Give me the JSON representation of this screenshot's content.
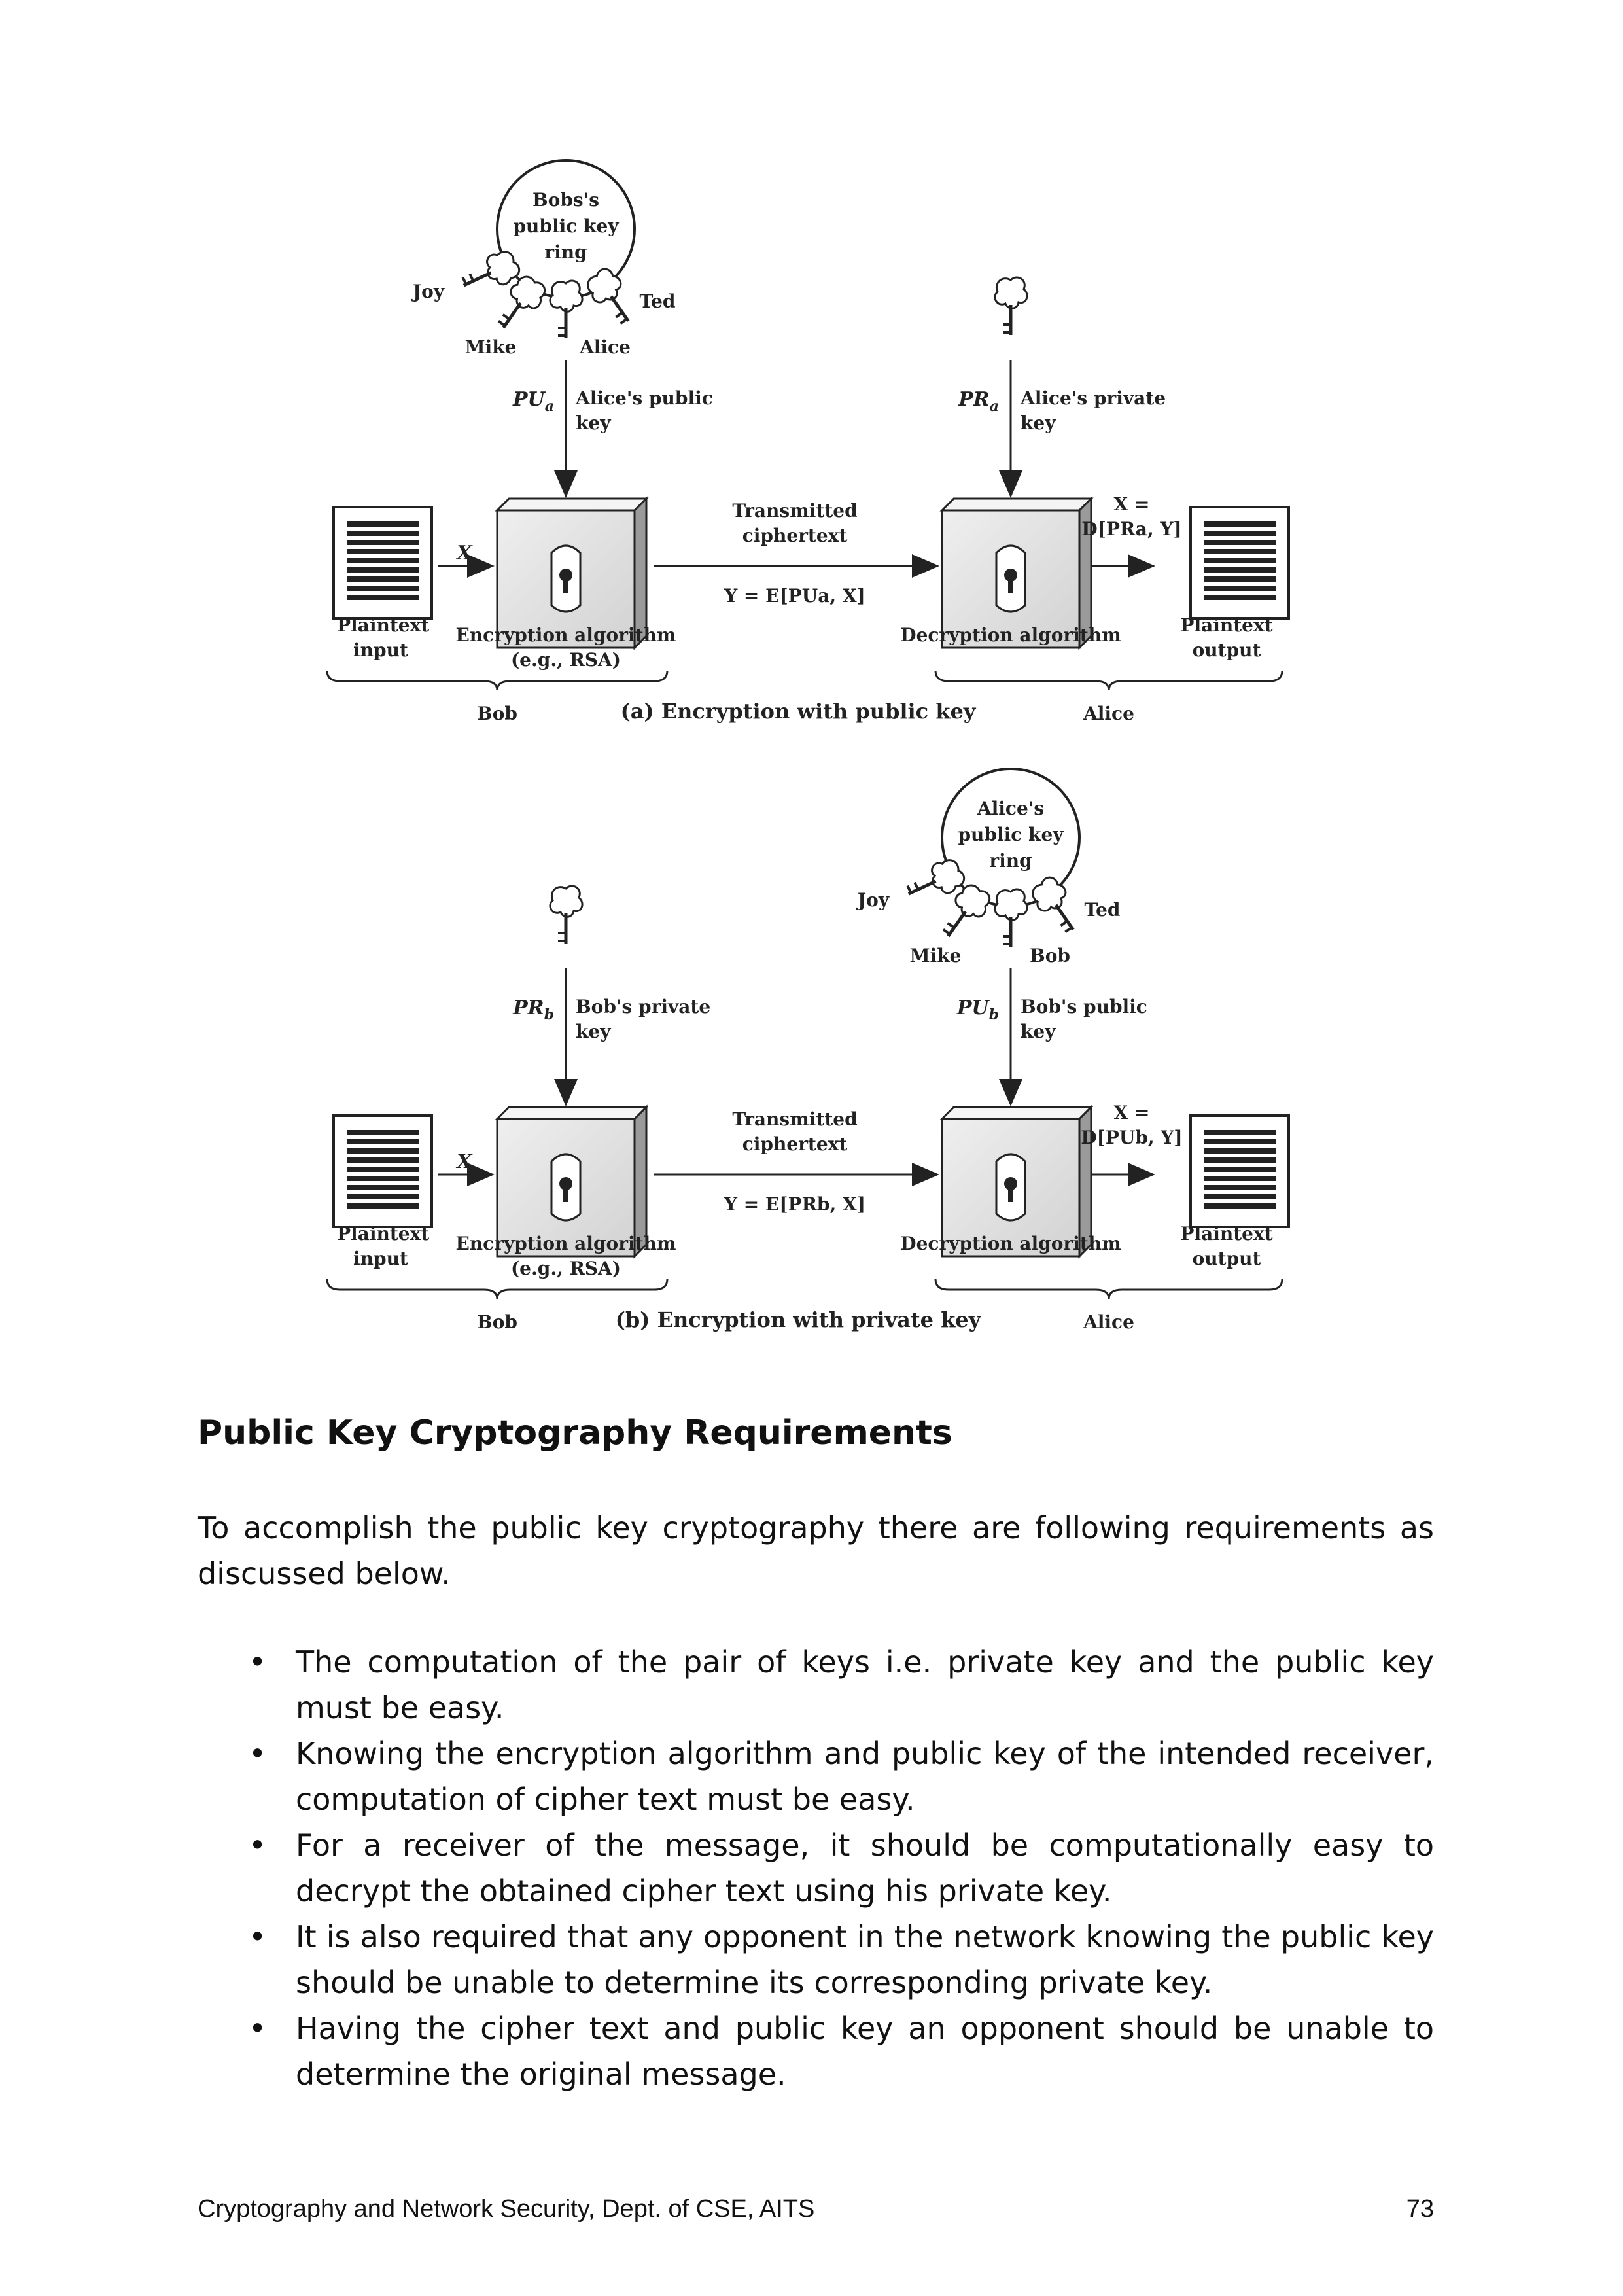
{
  "figure": {
    "panel_a": {
      "ring_title": [
        "Bobs's",
        "public key",
        "ring"
      ],
      "ring_names": [
        "Joy",
        "Mike",
        "Alice",
        "Ted"
      ],
      "enc_key_symbol": "PU",
      "enc_key_sub": "a",
      "enc_key_label": [
        "Alice's public",
        "key"
      ],
      "dec_key_symbol": "PR",
      "dec_key_sub": "a",
      "dec_key_label": [
        "Alice's private",
        "key"
      ],
      "input_var": "X",
      "transmitted": [
        "Transmitted",
        "ciphertext"
      ],
      "cipher_formula": "Y = E[PUa, X]",
      "output_formula": [
        "X =",
        "D[PRa, Y]"
      ],
      "plaintext_input": [
        "Plaintext",
        "input"
      ],
      "enc_algorithm": [
        "Encryption algorithm",
        "(e.g., RSA)"
      ],
      "dec_algorithm": "Decryption algorithm",
      "plaintext_output": [
        "Plaintext",
        "output"
      ],
      "left_party": "Bob",
      "right_party": "Alice",
      "caption": "(a) Encryption with public key"
    },
    "panel_b": {
      "ring_title": [
        "Alice's",
        "public key",
        "ring"
      ],
      "ring_names": [
        "Joy",
        "Mike",
        "Bob",
        "Ted"
      ],
      "enc_key_symbol": "PR",
      "enc_key_sub": "b",
      "enc_key_label": [
        "Bob's private",
        "key"
      ],
      "dec_key_symbol": "PU",
      "dec_key_sub": "b",
      "dec_key_label": [
        "Bob's public",
        "key"
      ],
      "input_var": "X",
      "transmitted": [
        "Transmitted",
        "ciphertext"
      ],
      "cipher_formula": "Y = E[PRb, X]",
      "output_formula": [
        "X =",
        "D[PUb, Y]"
      ],
      "plaintext_input": [
        "Plaintext",
        "input"
      ],
      "enc_algorithm": [
        "Encryption algorithm",
        "(e.g., RSA)"
      ],
      "dec_algorithm": "Decryption algorithm",
      "plaintext_output": [
        "Plaintext",
        "output"
      ],
      "left_party": "Bob",
      "right_party": "Alice",
      "caption": "(b) Encryption with private key"
    }
  },
  "section": {
    "heading": "Public Key Cryptography Requirements",
    "intro": "To accomplish the public key cryptography there are following requirements as discussed below.",
    "bullet_symbol": "•",
    "requirements": [
      "The computation of the pair of keys i.e. private key and the public key must be easy.",
      "Knowing the encryption algorithm and public key of the intended receiver, computation of cipher text must be easy.",
      "For a receiver of the message, it should be computationally easy to decrypt the obtained cipher text using his private key.",
      "It is also required that any opponent in the network knowing the public key should be unable to determine its corresponding private key.",
      "Having the cipher text and public key an opponent should be unable to determine the original message."
    ]
  },
  "footer": {
    "left": "Cryptography and Network Security, Dept. of CSE, AITS",
    "page_number": "73"
  }
}
